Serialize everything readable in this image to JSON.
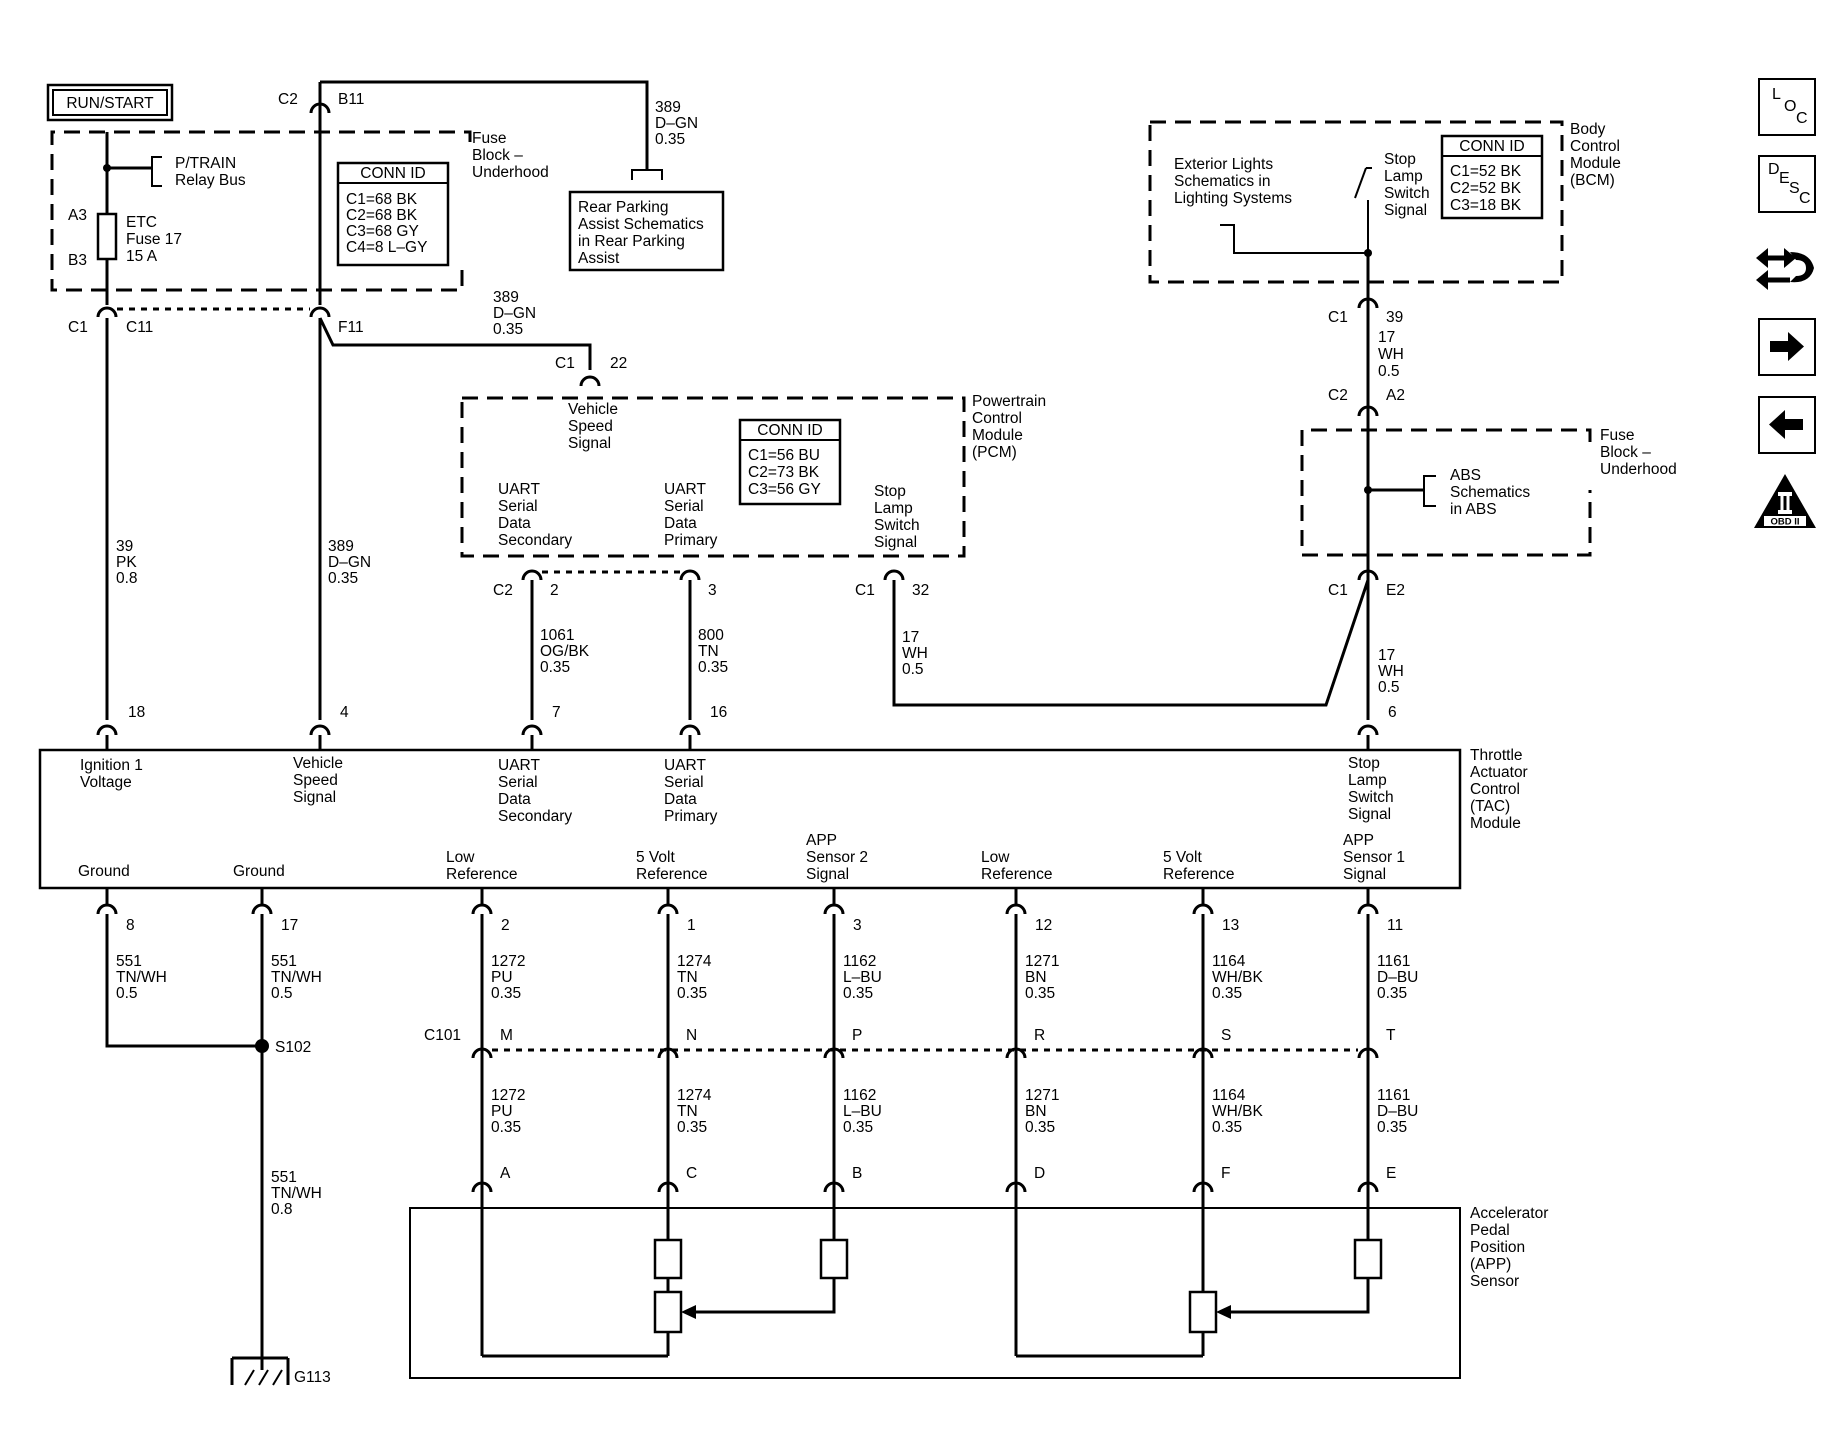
{
  "run_start": "RUN/START",
  "fuse_block_top": {
    "title": [
      "Fuse",
      "Block –",
      "Underhood"
    ],
    "ptrain": [
      "P/TRAIN",
      "Relay Bus"
    ],
    "fuse": [
      "ETC",
      "Fuse 17",
      "15 A"
    ],
    "a3": "A3",
    "b3": "B3",
    "conn_title": "CONN ID",
    "conn": [
      "C1=68 BK",
      "C2=68 BK",
      "C3=68 GY",
      "C4=8 L–GY"
    ]
  },
  "top_pins": {
    "c2": "C2",
    "b11": "B11",
    "c1": "C1",
    "c11": "C11",
    "f11": "F11"
  },
  "wire_top_389": [
    "389",
    "D–GN",
    "0.35"
  ],
  "rear_parking": [
    "Rear Parking",
    "Assist Schematics",
    "in Rear Parking",
    "Assist"
  ],
  "wire_389_mid": [
    "389",
    "D–GN",
    "0.35"
  ],
  "pcm": {
    "title": [
      "Powertrain",
      "Control",
      "Module",
      "(PCM)"
    ],
    "c1": "C1",
    "pin22": "22",
    "vss": [
      "Vehicle",
      "Speed",
      "Signal"
    ],
    "conn_title": "CONN ID",
    "conn": [
      "C1=56 BU",
      "C2=73 BK",
      "C3=56 GY"
    ],
    "uart_sec": [
      "UART",
      "Serial",
      "Data",
      "Secondary"
    ],
    "uart_pri": [
      "UART",
      "Serial",
      "Data",
      "Primary"
    ],
    "stop": [
      "Stop",
      "Lamp",
      "Switch",
      "Signal"
    ],
    "c2": "C2",
    "pin2": "2",
    "pin3": "3",
    "c1b": "C1",
    "pin32": "32"
  },
  "bcm": {
    "title": [
      "Body",
      "Control",
      "Module",
      "(BCM)"
    ],
    "ext": [
      "Exterior Lights",
      "Schematics in",
      "Lighting Systems"
    ],
    "stop": [
      "Stop",
      "Lamp",
      "Switch",
      "Signal"
    ],
    "conn_title": "CONN ID",
    "conn": [
      "C1=52 BK",
      "C2=52 BK",
      "C3=18 BK"
    ],
    "c1": "C1",
    "pin39": "39"
  },
  "wire_17a": [
    "17",
    "WH",
    "0.5"
  ],
  "c2_a2": {
    "c2": "C2",
    "a2": "A2"
  },
  "fuse_block_right": {
    "title": [
      "Fuse",
      "Block –",
      "Underhood"
    ],
    "abs": [
      "ABS",
      "Schematics",
      "in ABS"
    ],
    "c1": "C1",
    "e2": "E2"
  },
  "wires_mid": {
    "w39": [
      "39",
      "PK",
      "0.8"
    ],
    "w389": [
      "389",
      "D–GN",
      "0.35"
    ],
    "w1061": [
      "1061",
      "OG/BK",
      "0.35"
    ],
    "w800": [
      "800",
      "TN",
      "0.35"
    ],
    "w17b": [
      "17",
      "WH",
      "0.5"
    ],
    "w17c": [
      "17",
      "WH",
      "0.5"
    ]
  },
  "tac": {
    "title": [
      "Throttle",
      "Actuator",
      "Control",
      "(TAC)",
      "Module"
    ],
    "top_pins": [
      "18",
      "4",
      "7",
      "16",
      "6"
    ],
    "ign": [
      "Ignition 1",
      "Voltage"
    ],
    "vss": [
      "Vehicle",
      "Speed",
      "Signal"
    ],
    "uart_sec": [
      "UART",
      "Serial",
      "Data",
      "Secondary"
    ],
    "uart_pri": [
      "UART",
      "Serial",
      "Data",
      "Primary"
    ],
    "stop": [
      "Stop",
      "Lamp",
      "Switch",
      "Signal"
    ],
    "ground1": "Ground",
    "ground2": "Ground",
    "low_ref_1": [
      "Low",
      "Reference"
    ],
    "five_v_1": [
      "5 Volt",
      "Reference"
    ],
    "app2": [
      "APP",
      "Sensor 2",
      "Signal"
    ],
    "low_ref_2": [
      "Low",
      "Reference"
    ],
    "five_v_2": [
      "5 Volt",
      "Reference"
    ],
    "app1": [
      "APP",
      "Sensor 1",
      "Signal"
    ],
    "bottom_pins": [
      "8",
      "17",
      "2",
      "1",
      "3",
      "12",
      "13",
      "11"
    ]
  },
  "ground_wires": {
    "w8": [
      "551",
      "TN/WH",
      "0.5"
    ],
    "w17": [
      "551",
      "TN/WH",
      "0.5"
    ],
    "splice": "S102",
    "w_g": [
      "551",
      "TN/WH",
      "0.8"
    ],
    "ground": "G113"
  },
  "upper_sensor_wires": [
    [
      "1272",
      "PU",
      "0.35"
    ],
    [
      "1274",
      "TN",
      "0.35"
    ],
    [
      "1162",
      "L–BU",
      "0.35"
    ],
    [
      "1271",
      "BN",
      "0.35"
    ],
    [
      "1164",
      "WH/BK",
      "0.35"
    ],
    [
      "1161",
      "D–BU",
      "0.35"
    ]
  ],
  "c101": {
    "label": "C101",
    "pins": [
      "M",
      "N",
      "P",
      "R",
      "S",
      "T"
    ]
  },
  "lower_sensor_wires": [
    [
      "1272",
      "PU",
      "0.35"
    ],
    [
      "1274",
      "TN",
      "0.35"
    ],
    [
      "1162",
      "L–BU",
      "0.35"
    ],
    [
      "1271",
      "BN",
      "0.35"
    ],
    [
      "1164",
      "WH/BK",
      "0.35"
    ],
    [
      "1161",
      "D–BU",
      "0.35"
    ]
  ],
  "app_sensor": {
    "title": [
      "Accelerator",
      "Pedal",
      "Position",
      "(APP)",
      "Sensor"
    ],
    "pins": [
      "A",
      "C",
      "B",
      "D",
      "F",
      "E"
    ]
  },
  "side_buttons": {
    "loc": [
      "L",
      "O",
      "C"
    ],
    "desc": [
      "D",
      "E",
      "S",
      "C"
    ],
    "obd": "OBD II"
  }
}
